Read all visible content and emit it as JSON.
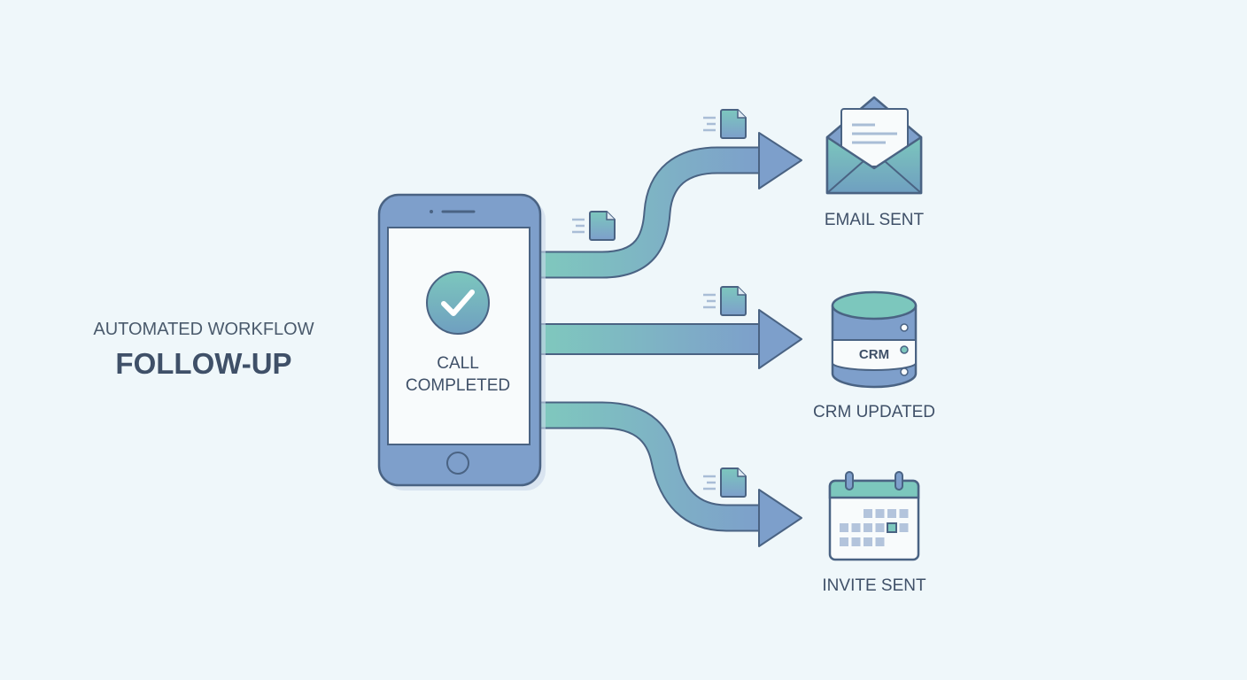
{
  "heading": {
    "subtitle": "AUTOMATED WORKFLOW",
    "title": "FOLLOW-UP"
  },
  "phone": {
    "status_line1": "CALL",
    "status_line2": "COMPLETED",
    "icon": "check-circle-icon"
  },
  "outputs": [
    {
      "label": "EMAIL SENT",
      "icon": "envelope-icon"
    },
    {
      "label": "CRM UPDATED",
      "icon": "database-icon",
      "badge": "CRM"
    },
    {
      "label": "INVITE SENT",
      "icon": "calendar-icon"
    }
  ],
  "colors": {
    "background": "#eff7fa",
    "phone": "#7e9fcb",
    "stroke": "#4a6383",
    "teal": "#7cc7bd",
    "text": "#3f5068"
  }
}
